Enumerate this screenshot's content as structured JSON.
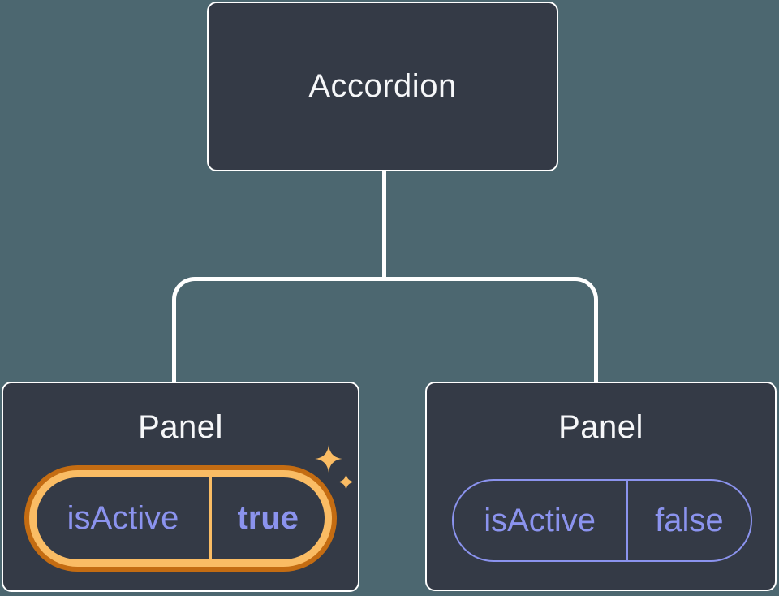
{
  "diagram": {
    "root": {
      "label": "Accordion"
    },
    "panels": [
      {
        "label": "Panel",
        "state_key": "isActive",
        "state_value": "true",
        "highlighted": true
      },
      {
        "label": "Panel",
        "state_key": "isActive",
        "state_value": "false",
        "highlighted": false
      }
    ]
  },
  "icons": {
    "sparkle_large": "sparkle-four-point-star",
    "sparkle_small": "sparkle-four-point-star"
  },
  "colors": {
    "background": "#4C6770",
    "node_fill": "#343A46",
    "node_border": "#FFFFFF",
    "connector": "#FFFFFF",
    "text_primary": "#F6F7F9",
    "state_text": "#8B93EE",
    "inactive_pill_border": "#8B93EE",
    "active_ring_outer": "#C46C12",
    "active_ring_inner": "#FABC64",
    "active_divider": "#FABC64",
    "sparkle": "#FABC64"
  }
}
